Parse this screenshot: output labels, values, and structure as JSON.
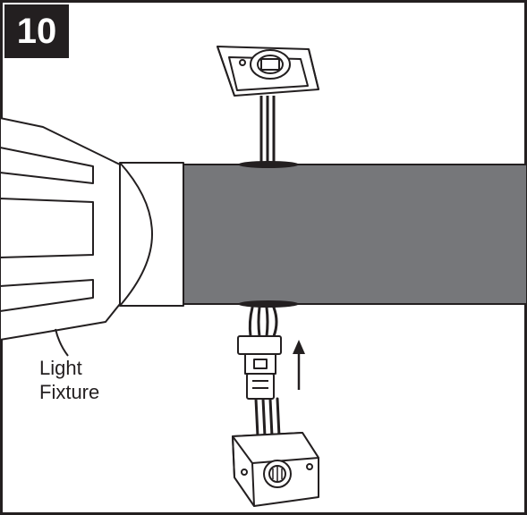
{
  "step": {
    "number": "10"
  },
  "labels": {
    "line1": "Light",
    "line2": "Fixture"
  },
  "colors": {
    "ink": "#231f20",
    "pipe": "#76777a",
    "paper": "#ffffff"
  },
  "icons": {
    "direction": "arrow-up-icon"
  }
}
